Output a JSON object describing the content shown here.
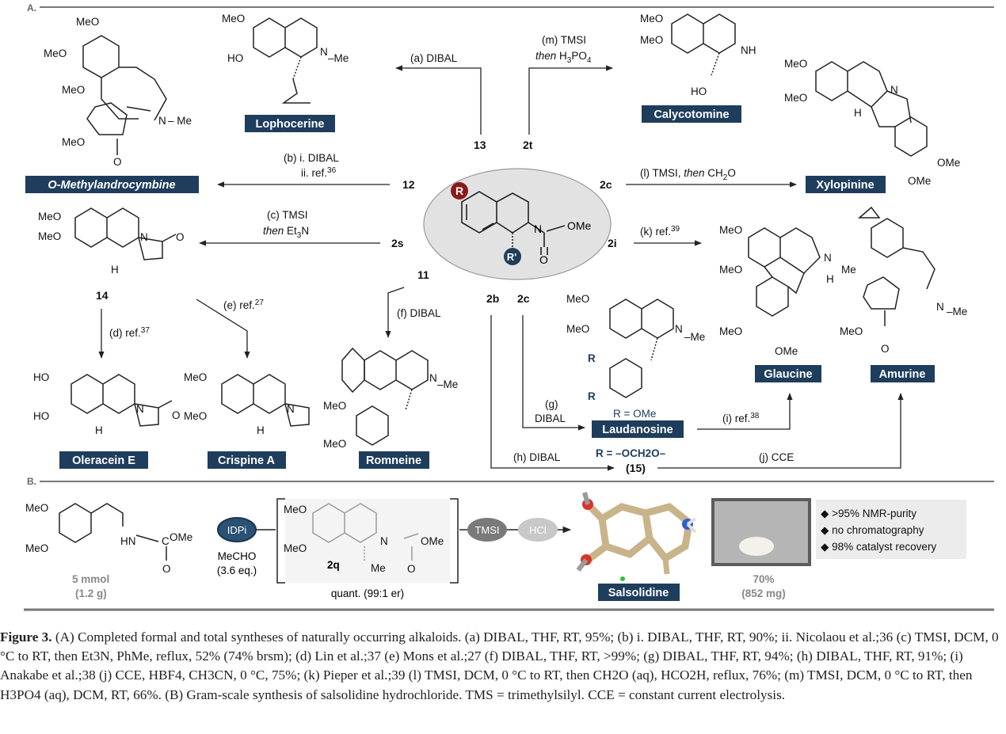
{
  "sections": {
    "a": "A.",
    "b": "B."
  },
  "compounds": {
    "lophocerine": "Lophocerine",
    "calycotomine": "Calycotomine",
    "o_methylandrocymbine": "O-Methylandrocymbine",
    "xylopinine": "Xylopinine",
    "oleracein_e": "Oleracein E",
    "crispine_a": "Crispine A",
    "romneine": "Romneine",
    "laudanosine": "Laudanosine",
    "glaucine": "Glaucine",
    "amurine": "Amurine",
    "salsolidine": "Salsolidine"
  },
  "intermediates": {
    "c13": "13",
    "c2t": "2t",
    "c12": "12",
    "c2c_right": "2c",
    "c2s": "2s",
    "c2i": "2i",
    "c11": "11",
    "c2b": "2b",
    "c2c_low": "2c",
    "c14": "14",
    "c15": "(15)",
    "c2q": "2q"
  },
  "reagents": {
    "a": "(a) DIBAL",
    "m_line1": "(m) TMSI",
    "b_line1": "(b) i. DIBAL",
    "b_line2": "ii. ref.",
    "b_ref": "36",
    "l": "(l) TMSI, then CH2O",
    "c_line1": "(c) TMSI",
    "c_line2": "then Et3N",
    "k": "(k) ref.",
    "k_ref": "39",
    "d": "(d) ref.",
    "d_ref": "37",
    "e": "(e) ref.",
    "e_ref": "27",
    "f": "(f) DIBAL",
    "g_line1": "(g)",
    "g_line2": "DIBAL",
    "h": "(h) DIBAL",
    "i": "(i) ref.",
    "i_ref": "38",
    "j": "(j) CCE"
  },
  "labels": {
    "r_ome": "R = OMe",
    "r_och2o": "R = –OCH2O–"
  },
  "scheme_b": {
    "scale": "5 mmol",
    "mass": "(1.2 g)",
    "catalyst": "IDPi",
    "mecho_line1": "MeCHO",
    "mecho_line2": "(3.6 eq.)",
    "quant": "quant. (99:1 er)",
    "tmsi": "TMSI",
    "hcl": "HCl",
    "yield": "70%",
    "yield_mass": "(852 mg)",
    "bullets": [
      "◆ >95% NMR-purity",
      "◆ no chromatography",
      "◆ 98% catalyst recovery"
    ]
  },
  "caption": {
    "label": "Figure 3.",
    "text": "(A) Completed formal and total syntheses of naturally occurring alkaloids. (a) DIBAL, THF, RT, 95%; (b) i. DIBAL, THF, RT, 90%; ii. Nicolaou et al.;36 (c) TMSI, DCM, 0 °C to RT, then Et3N, PhMe, reflux, 52% (74% brsm); (d) Lin et al.;37 (e) Mons et al.;27 (f) DIBAL, THF, RT, >99%; (g) DIBAL, THF, RT, 94%; (h) DIBAL, THF, RT, 91%; (i) Anakabe et al.;38 (j) CCE, HBF4, CH3CN, 0 °C, 75%; (k) Pieper et al.;39 (l) TMSI, DCM, 0 °C to RT, then CH2O (aq), HCO2H, reflux, 76%; (m) TMSI, DCM, 0 °C to RT, then H3PO4 (aq), DCM, RT, 66%. (B) Gram-scale synthesis of salsolidine hydrochloride. TMS = trimethylsilyl. CCE = constant current electrolysis."
  },
  "colors": {
    "label_bg": "#1f3d5c",
    "label_text": "#ffffff",
    "r_red": "#8b1a1a",
    "r_blue": "#1f3d5c",
    "center_bg": "#e2e2e2",
    "tmsi_bg": "#7a7a7a",
    "hcl_bg": "#c8c8c8",
    "idpi_bg": "#2b5175"
  }
}
